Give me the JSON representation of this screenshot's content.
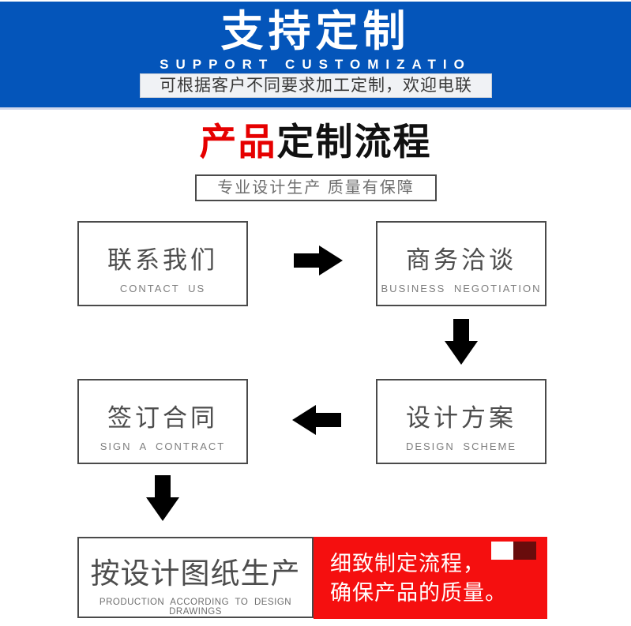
{
  "colors": {
    "header-bg": "#0455BA",
    "title-red": "#E60000",
    "note-red": "#F50F0F",
    "note-dark": "#680C0C",
    "box-border": "#4A4A4A",
    "cn-gray": "#4D4D4D",
    "en-gray": "#7D7D7D"
  },
  "header": {
    "title": "支持定制",
    "subtitle": "SUPPORT CUSTOMIZATIO",
    "banner_note": "可根据客户不同要求加工定制，欢迎电联"
  },
  "section": {
    "title_red": "产品",
    "title_black": "定制流程",
    "subtitle": "专业设计生产 质量有保障"
  },
  "flow": {
    "steps": [
      {
        "cn": "联系我们",
        "en": "CONTACT US"
      },
      {
        "cn": "商务洽谈",
        "en": "BUSINESS NEGOTIATION"
      },
      {
        "cn": "设计方案",
        "en": "DESIGN SCHEME"
      },
      {
        "cn": "签订合同",
        "en": "SIGN A CONTRACT"
      },
      {
        "cn": "按设计图纸生产",
        "en": "PRODUCTION ACCORDING TO DESIGN DRAWINGS"
      }
    ],
    "note": {
      "line1": "细致制定流程，",
      "line2": "确保产品的质量。"
    }
  }
}
